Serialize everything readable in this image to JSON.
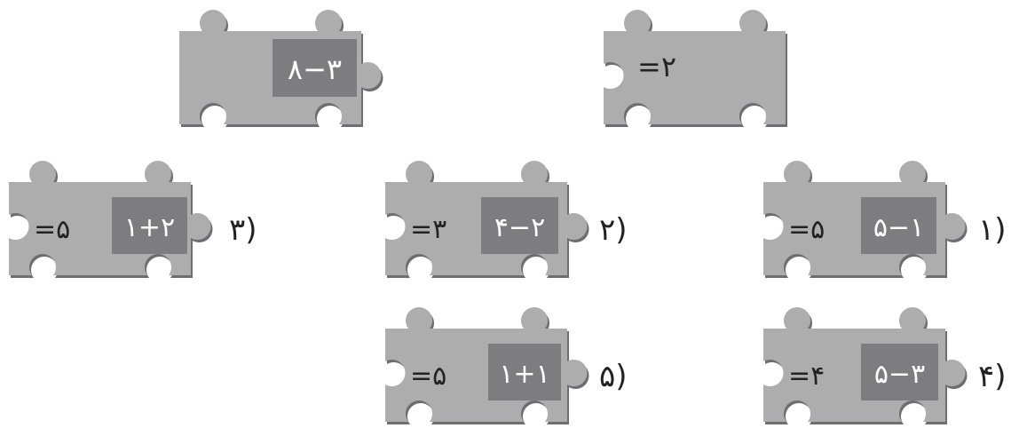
{
  "top_row": {
    "left_piece": {
      "box": "۸−۳",
      "eq": ""
    },
    "right_piece": {
      "box": "",
      "eq": "=۲"
    }
  },
  "options": [
    {
      "number": "(۱",
      "box": "۵−۱",
      "eq": "=۵"
    },
    {
      "number": "(۲",
      "box": "۴−۲",
      "eq": "=۳"
    },
    {
      "number": "(۳",
      "box": "۱+۲",
      "eq": "=۵"
    },
    {
      "number": "(۴",
      "box": "۵−۳",
      "eq": "=۴"
    },
    {
      "number": "(۵",
      "box": "۱+۱",
      "eq": "=۵"
    }
  ],
  "colors": {
    "piece": "#adadae",
    "box": "#7d7d7f",
    "box_text": "#ffffff",
    "edge": "#8a8a8c"
  }
}
